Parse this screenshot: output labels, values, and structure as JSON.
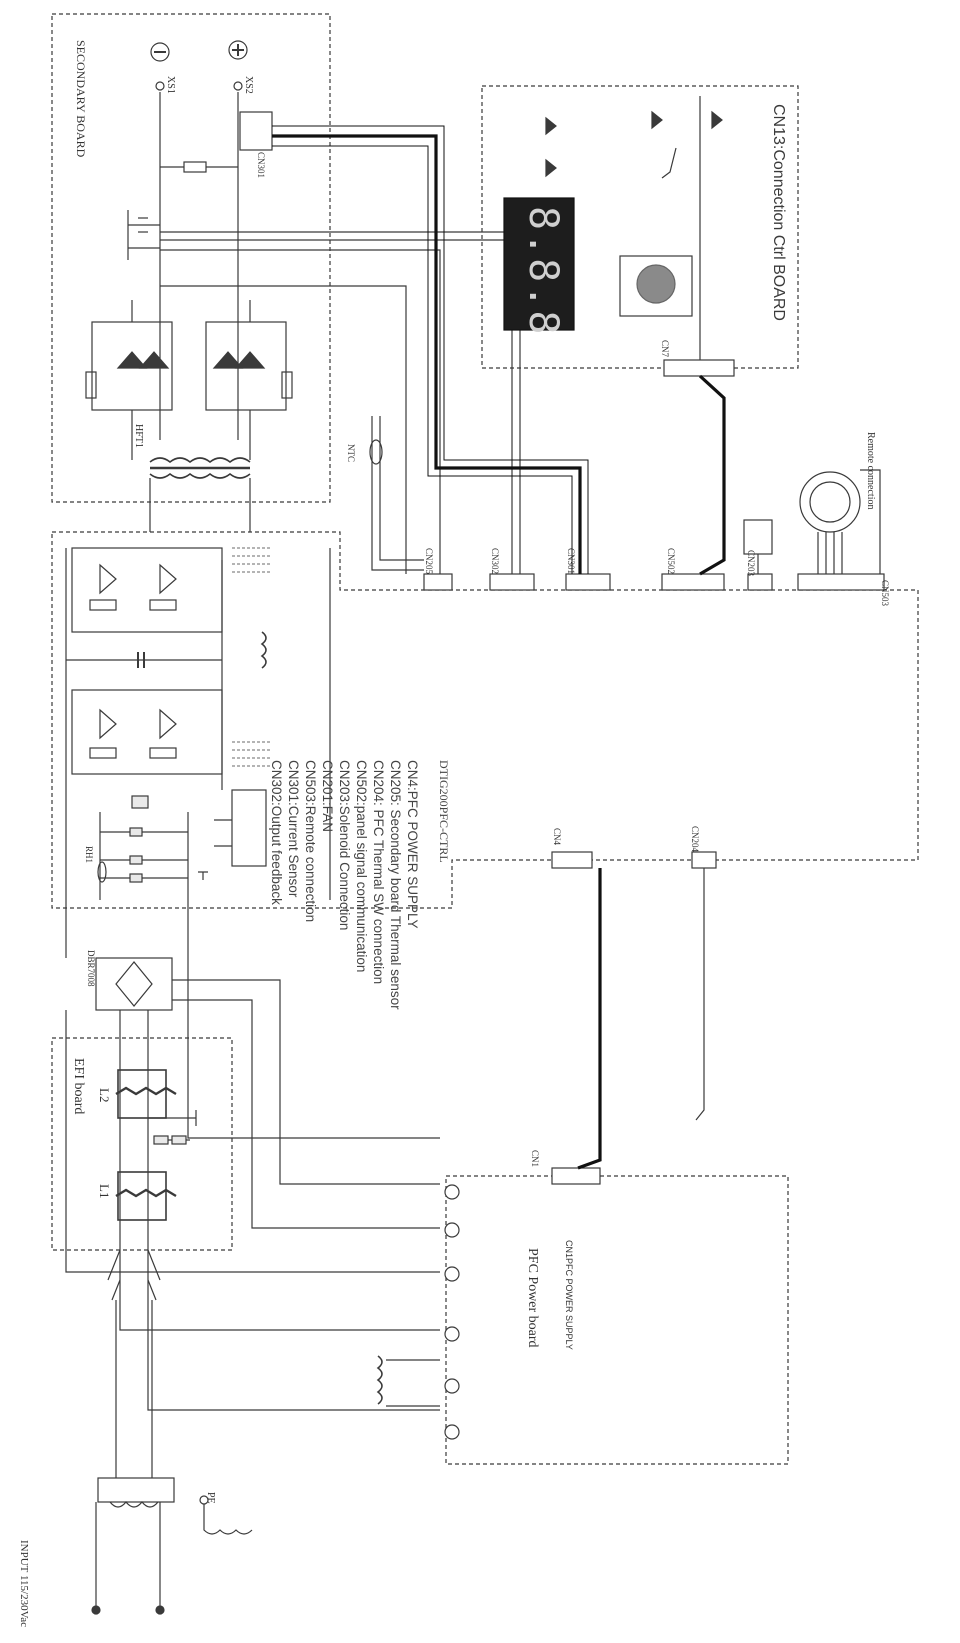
{
  "labels": {
    "secondary_board": "SECONDARY BOARD",
    "cn13_board": "CN13:Connection Ctrl BOARD",
    "emi_board": "EFI board",
    "pfc_board": "PFC Power board",
    "pfc_board_sub": "CN1PFC POWER SUPPLY",
    "input": "INPUT 115/230Vac",
    "pe": "PE",
    "xs1": "XS1",
    "xs2": "XS2",
    "cn301": "CN301",
    "cn205": "CN205",
    "cn302": "CN302",
    "cn301b": "CN301",
    "cn502": "CN502",
    "cn203": "CN203",
    "cn503": "CN503",
    "cn4": "CN4",
    "cn204": "CN204",
    "cn1": "CN1",
    "ntc": "NTC",
    "remote": "Remote connection",
    "tx": "HFT1",
    "l1": "L1",
    "l2": "L2",
    "bridge": "DBR7008",
    "cn7": "CN7",
    "rt": "RH1",
    "disp": "8.8.8"
  },
  "legend": {
    "title": "DTIG200PFC-CTRL",
    "lines": [
      "CN4:PFC POWER SUPPLY",
      "CN205: Secondary board Thermal sensor",
      "CN204: PFC Thermal SW connection",
      "CN502:panel signal communication",
      "CN203:Solenoid Connection",
      "CN201:FAN",
      "CN503:Remote connection",
      "CN301:Current Sensor",
      "CN302:Output feedback"
    ]
  },
  "colors": {
    "line": "#3a3a3a",
    "dash": "#555555",
    "bold": "#111111",
    "fill": "#e9e9e9"
  }
}
